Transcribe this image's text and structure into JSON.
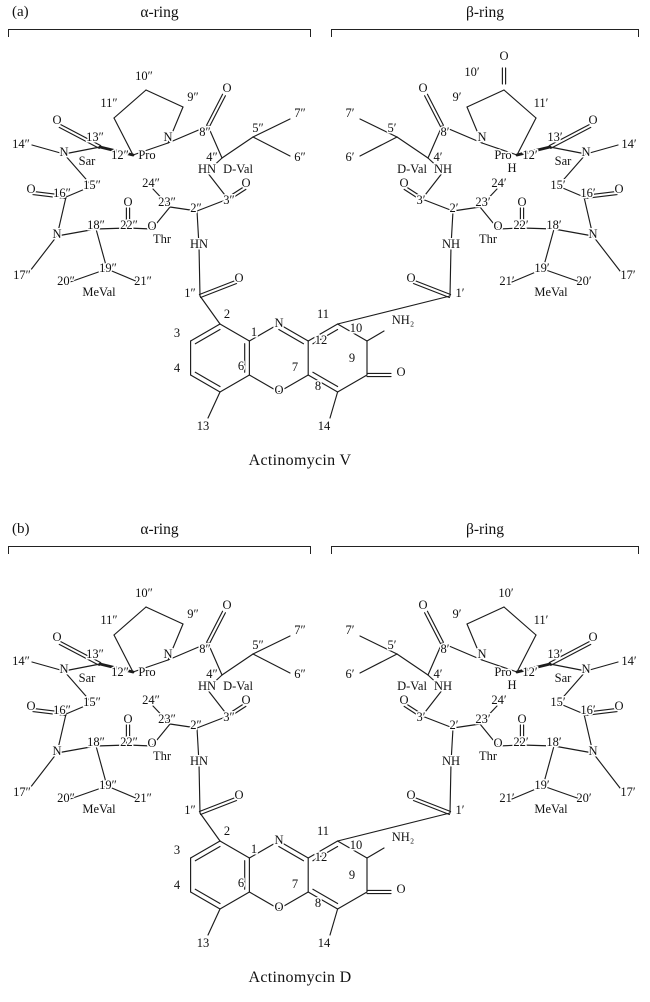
{
  "figure": {
    "panels": [
      {
        "tag": "(a)",
        "alpha_ring_label": "α-ring",
        "beta_ring_label": "β-ring",
        "caption": "Actinomycin V",
        "labels": {
          "O": "O",
          "N": "N",
          "H": "H",
          "HN": "HN",
          "NH": "NH",
          "NH2": "NH₂",
          "Sar": "Sar",
          "Pro": "Pro",
          "Thr": "Thr",
          "MeVal": "MeVal",
          "DVal": "D-Val",
          "a1": "1″",
          "a2": "2″",
          "a3": "3″",
          "a4": "4″",
          "a5": "5″",
          "a6": "6″",
          "a7": "7″",
          "a8": "8″",
          "a9": "9″",
          "a10": "10″",
          "a11": "11″",
          "a12": "12″",
          "a13": "13″",
          "a14": "14″",
          "a15": "15″",
          "a16": "16″",
          "a17": "17″",
          "a18": "18″",
          "a19": "19″",
          "a20": "20″",
          "a21": "21″",
          "a22": "22″",
          "a23": "23″",
          "a24": "24″",
          "b1": "1′",
          "b2": "2′",
          "b3": "3′",
          "b4": "4′",
          "b5": "5′",
          "b6": "6′",
          "b7": "7′",
          "b8": "8′",
          "b9": "9′",
          "b10": "10′",
          "b11": "11′",
          "b12": "12′",
          "b13": "13′",
          "b14": "14′",
          "b15": "15′",
          "b16": "16′",
          "b17": "17′",
          "b18": "18′",
          "b19": "19′",
          "b20": "20′",
          "b21": "21′",
          "b22": "22′",
          "b23": "23′",
          "b24": "24′",
          "c1": "1",
          "c2": "2",
          "c3": "3",
          "c4": "4",
          "c6": "6",
          "c7": "7",
          "c8": "8",
          "c9": "9",
          "c10": "10",
          "c11": "11",
          "c12": "12",
          "c13": "13",
          "c14": "14"
        }
      },
      {
        "tag": "(b)",
        "alpha_ring_label": "α-ring",
        "beta_ring_label": "β-ring",
        "caption": "Actinomycin D",
        "labels": {
          "O": "O",
          "N": "N",
          "H": "H",
          "HN": "HN",
          "NH": "NH",
          "NH2": "NH₂",
          "Sar": "Sar",
          "Pro": "Pro",
          "Thr": "Thr",
          "MeVal": "MeVal",
          "DVal": "D-Val",
          "a1": "1″",
          "a2": "2″",
          "a3": "3″",
          "a4": "4″",
          "a5": "5″",
          "a6": "6″",
          "a7": "7″",
          "a8": "8″",
          "a9": "9″",
          "a10": "10″",
          "a11": "11″",
          "a12": "12″",
          "a13": "13″",
          "a14": "14″",
          "a15": "15″",
          "a16": "16″",
          "a17": "17″",
          "a18": "18″",
          "a19": "19″",
          "a20": "20″",
          "a21": "21″",
          "a22": "22″",
          "a23": "23″",
          "a24": "24″",
          "b1": "1′",
          "b2": "2′",
          "b3": "3′",
          "b4": "4′",
          "b5": "5′",
          "b6": "6′",
          "b7": "7′",
          "b8": "8′",
          "b9": "9′",
          "b10": "10′",
          "b11": "11′",
          "b12": "12′",
          "b13": "13′",
          "b14": "14′",
          "b15": "15′",
          "b16": "16′",
          "b17": "17′",
          "b18": "18′",
          "b19": "19′",
          "b20": "20′",
          "b21": "21′",
          "b22": "22′",
          "b23": "23′",
          "b24": "24′",
          "c1": "1",
          "c2": "2",
          "c3": "3",
          "c4": "4",
          "c6": "6",
          "c7": "7",
          "c8": "8",
          "c9": "9",
          "c10": "10",
          "c11": "11",
          "c12": "12",
          "c13": "13",
          "c14": "14"
        }
      }
    ]
  }
}
